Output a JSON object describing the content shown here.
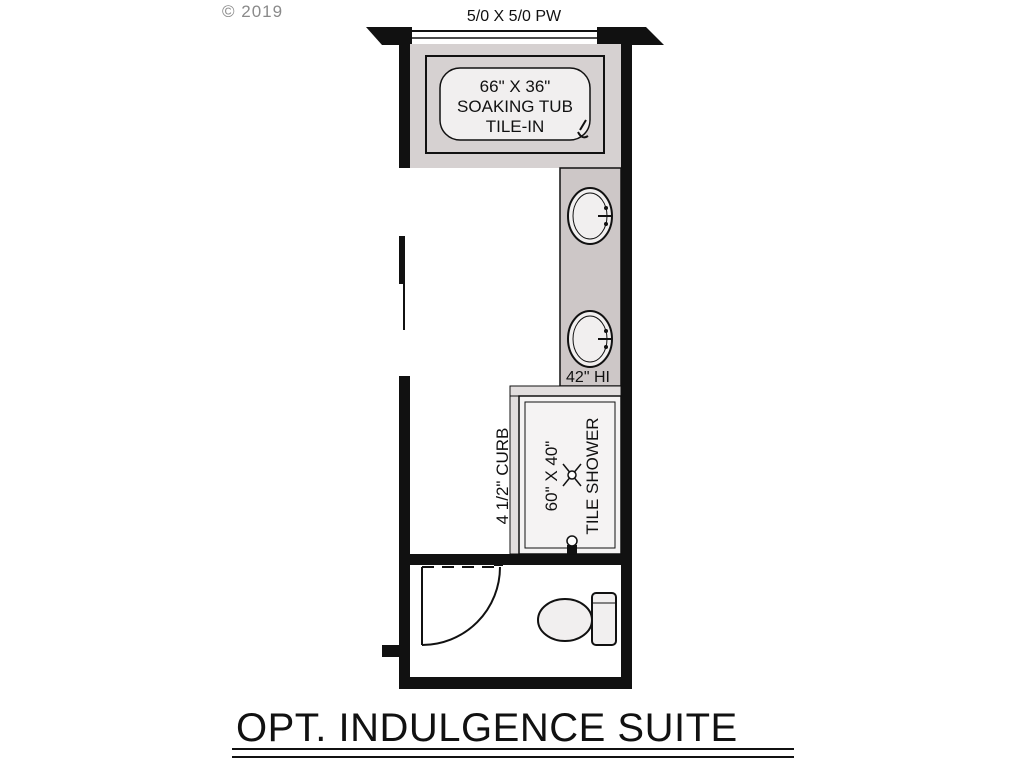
{
  "copyright": "© 2019",
  "window_label": "5/0 X 5/0 PW",
  "tub": {
    "line1": "66\" X 36\"",
    "line2": "SOAKING TUB",
    "line3": "TILE-IN"
  },
  "counter_label": "42\" HI",
  "curb_label": "4 1/2\" CURB",
  "shower_size": "60\" X 40\"",
  "shower_label": "TILE SHOWER",
  "title": "OPT. INDULGENCE SUITE",
  "colors": {
    "wall": "#111111",
    "fixture_fill": "#d8d3d3",
    "fixture_inner": "#f1efef",
    "counter": "#cdc7c7"
  }
}
